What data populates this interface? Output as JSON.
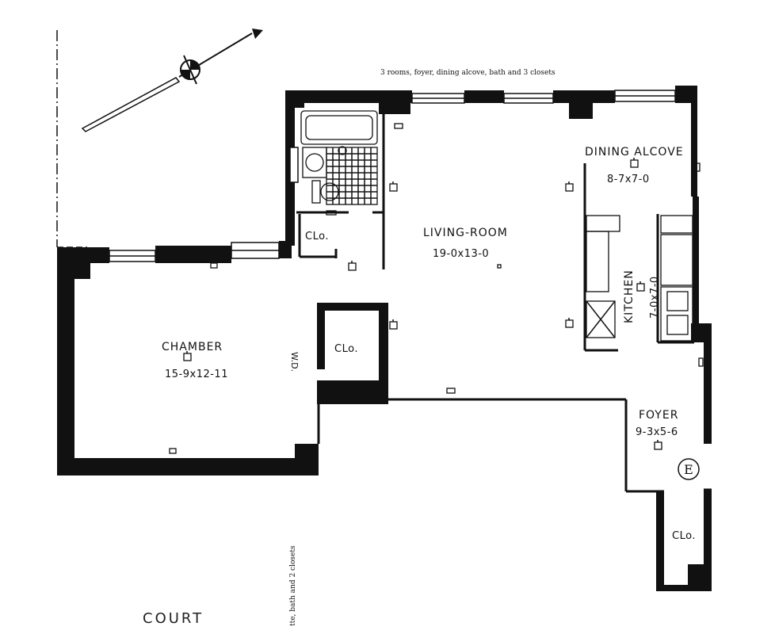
{
  "plan": {
    "title": "3 rooms, foyer, dining alcove, bath and 3 closets",
    "margin_note": "tte, bath and 2 closets",
    "court_label": "COURT",
    "entry_mark": "E"
  },
  "rooms": {
    "living": {
      "name": "LIVING-ROOM",
      "dims": "19-0x13-0"
    },
    "chamber": {
      "name": "CHAMBER",
      "dims": "15-9x12-11"
    },
    "dining": {
      "name": "DINING ALCOVE",
      "dims": "8-7x7-0"
    },
    "kitchen": {
      "name": "KITCHEN",
      "dims": "7-0x7-0"
    },
    "foyer": {
      "name": "FOYER",
      "dims": "9-3x5-6"
    }
  },
  "closets": {
    "bath_closet": "CLo.",
    "chamber_closet": "CLo.",
    "foyer_closet": "CLo.",
    "wardrobe": "W.D."
  },
  "icons": {
    "north_arrow": "north-arrow-icon",
    "outlet": "outlet-icon",
    "entry": "entry-marker-icon"
  }
}
